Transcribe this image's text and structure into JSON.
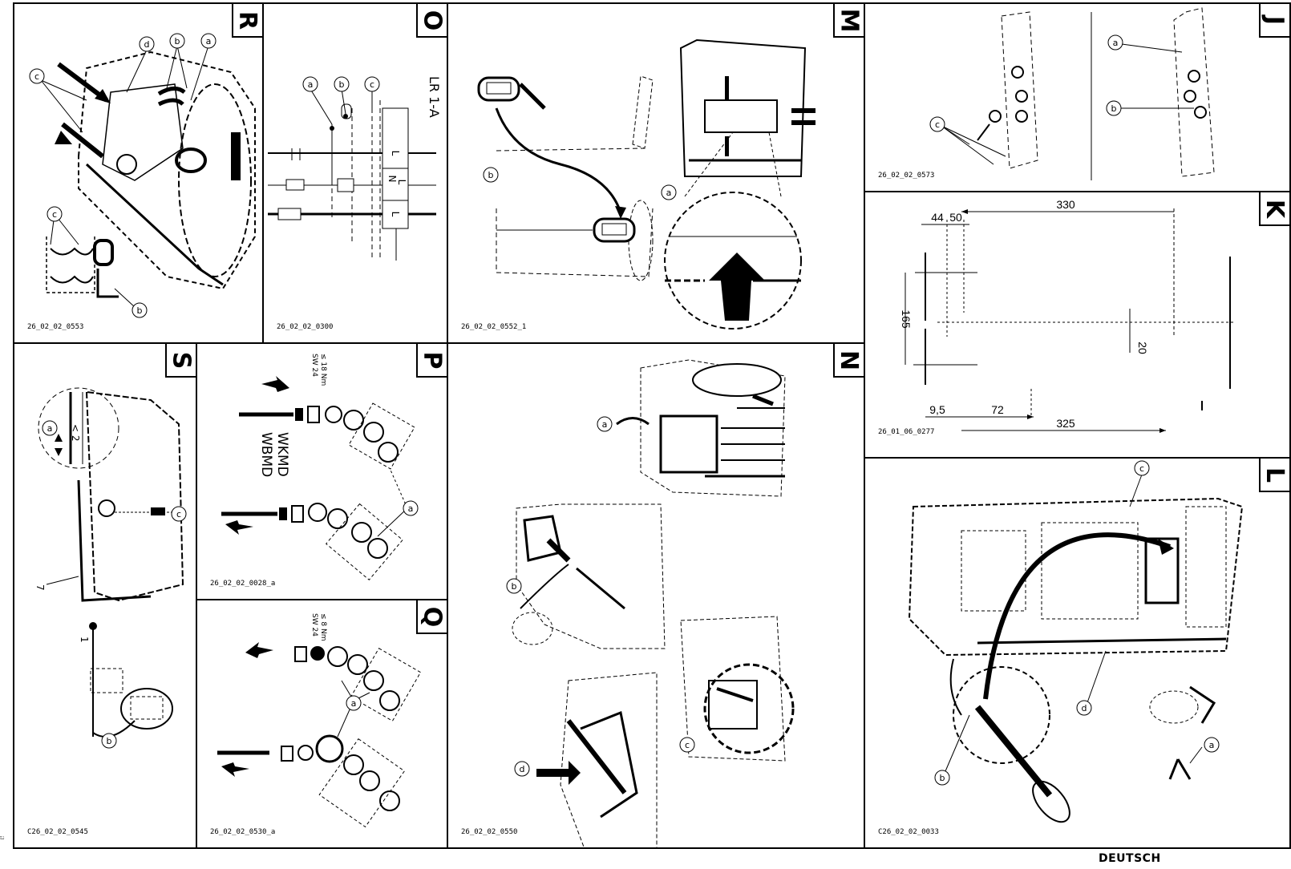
{
  "page": {
    "footer_language": "DEUTSCH",
    "margin_mark": "ಬ"
  },
  "panels": {
    "R": {
      "letter": "R",
      "code": "26_02_02_0553",
      "callouts": [
        "c",
        "d",
        "b",
        "a",
        "c",
        "b"
      ]
    },
    "O": {
      "letter": "O",
      "code": "26_02_02_0300",
      "title": "LR 1-A",
      "callouts": [
        "a",
        "b",
        "c"
      ],
      "terminals": [
        "L",
        "N",
        "L",
        "L"
      ]
    },
    "M": {
      "letter": "M",
      "code": "26_02_02_0552_1",
      "callouts": [
        "b",
        "a"
      ]
    },
    "J": {
      "letter": "J",
      "code": "26_02_02_0573",
      "callouts": [
        "c",
        "a",
        "b"
      ]
    },
    "K": {
      "letter": "K",
      "code": "26_01_06_0277",
      "dimensions": {
        "d330": "330",
        "d44": "44",
        "d50": "50",
        "d165": "165",
        "d20": "20",
        "d9_5": "9,5",
        "d72": "72",
        "d325": "325"
      }
    },
    "S": {
      "letter": "S",
      "code": "C26_02_02_0545",
      "callouts": [
        "a",
        "c",
        "b"
      ],
      "gap_label": "< 2",
      "item_7": "7",
      "item_1": "1"
    },
    "P": {
      "letter": "P",
      "code": "26_02_02_0028_a",
      "torque": "≤ 18 Nm",
      "wrench": "SW 24",
      "models_top": "WKMD",
      "models_bottom": "WBMD",
      "callouts": [
        "a"
      ]
    },
    "Q": {
      "letter": "Q",
      "code": "26_02_02_0530_a",
      "torque": "≤ 8 Nm",
      "wrench": "SW 24",
      "callouts": [
        "a"
      ]
    },
    "N": {
      "letter": "N",
      "code": "26_02_02_0550",
      "callouts": [
        "a",
        "b",
        "d",
        "c"
      ]
    },
    "L": {
      "letter": "L",
      "code": "C26_02_02_0033",
      "callouts": [
        "c",
        "d",
        "b",
        "a"
      ]
    }
  },
  "colors": {
    "ink": "#000000",
    "paper": "#ffffff"
  }
}
